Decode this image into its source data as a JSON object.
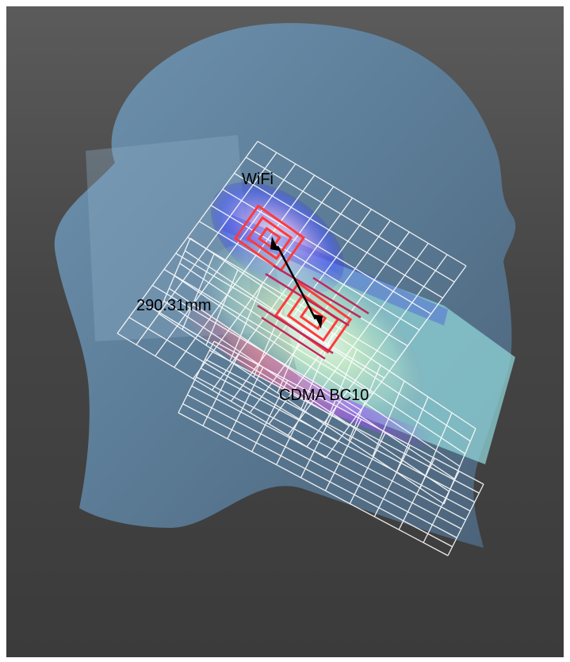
{
  "labels": {
    "wifi": "WiFi",
    "distance": "290.31mm",
    "cdma": "CDMA BC10"
  },
  "colors": {
    "background": "#474747",
    "head": "#5f7f99",
    "grid": "#ffffff",
    "antenna": "#ff3b3b",
    "arrow": "#000000",
    "phone": "#8fd3d5"
  }
}
